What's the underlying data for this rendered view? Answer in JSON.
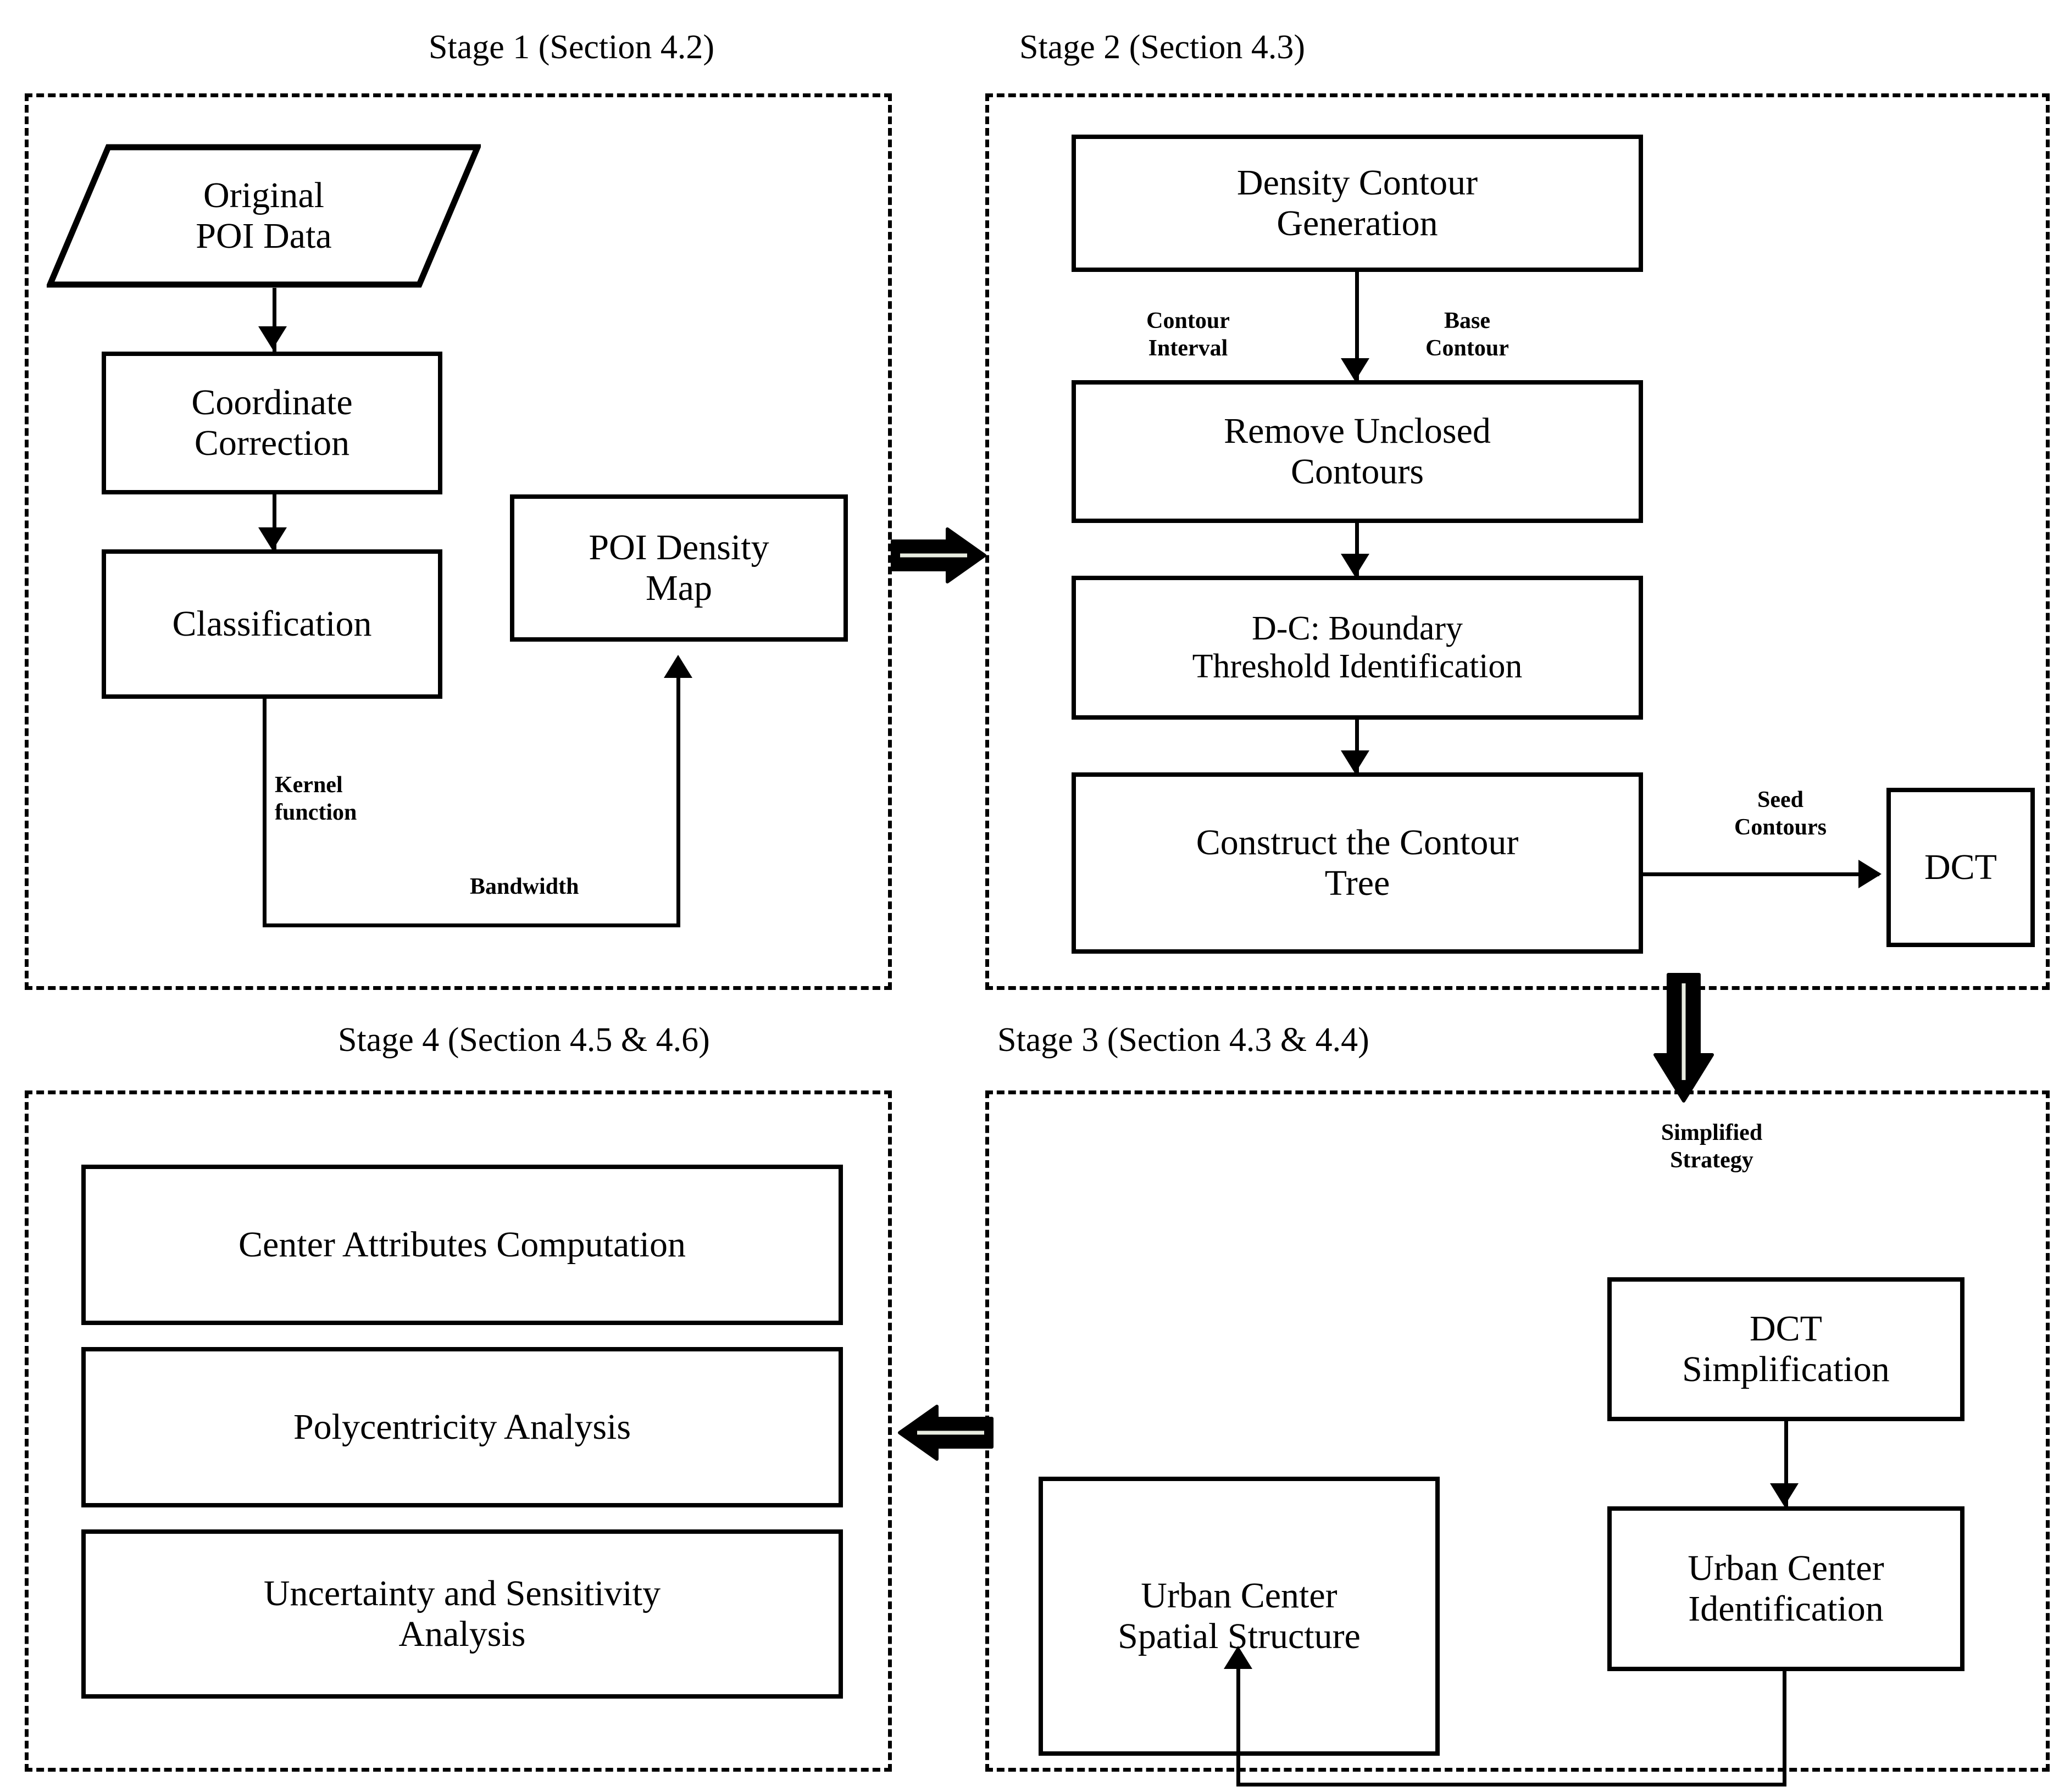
{
  "figure": {
    "type": "flowchart",
    "title": "Four-stage urban center identification workflow"
  },
  "stages": [
    {
      "id": "stage1",
      "title": "Stage 1 (Section 4.2)"
    },
    {
      "id": "stage2",
      "title": "Stage 2  (Section 4.3)"
    },
    {
      "id": "stage4",
      "title": "Stage 4 (Section 4.5 & 4.6)"
    },
    {
      "id": "stage3",
      "title": "Stage 3 (Section 4.3 & 4.4)"
    }
  ],
  "stage1": {
    "nodes": {
      "original_poi_data": "Original\nPOI Data",
      "coordinate_correction": "Coordinate\nCorrection",
      "classification": "Classification",
      "poi_density_map": "POI Density\nMap"
    },
    "edge_labels": {
      "kernel_function": "Kernel\nfunction",
      "bandwidth": "Bandwidth"
    }
  },
  "stage2": {
    "nodes": {
      "density_contour_generation": "Density Contour\nGeneration",
      "remove_unclosed_contours": "Remove Unclosed\nContours",
      "boundary_threshold": "D-C: Boundary\nThreshold Identification",
      "construct_contour_tree": "Construct the Contour\nTree",
      "dct": "DCT"
    },
    "edge_labels": {
      "contour_interval": "Contour\nInterval",
      "base_contour": "Base\nContour",
      "seed_contours": "Seed\nContours"
    }
  },
  "stage3": {
    "nodes": {
      "dct_simplification": "DCT\nSimplification",
      "urban_center_identification": "Urban Center\nIdentification",
      "urban_center_spatial_structure": "Urban Center\nSpatial Structure"
    },
    "edge_labels": {
      "simplified_strategy": "Simplified\nStrategy"
    }
  },
  "stage4": {
    "nodes": {
      "center_attributes_computation": "Center Attributes Computation",
      "polycentricity_analysis": "Polycentricity Analysis",
      "uncertainty_sensitivity_analysis": "Uncertainty and Sensitivity\nAnalysis"
    }
  },
  "colors": {
    "line": "#000000",
    "fill": "#ffffff",
    "arrow_inner": "#e8ece0"
  }
}
